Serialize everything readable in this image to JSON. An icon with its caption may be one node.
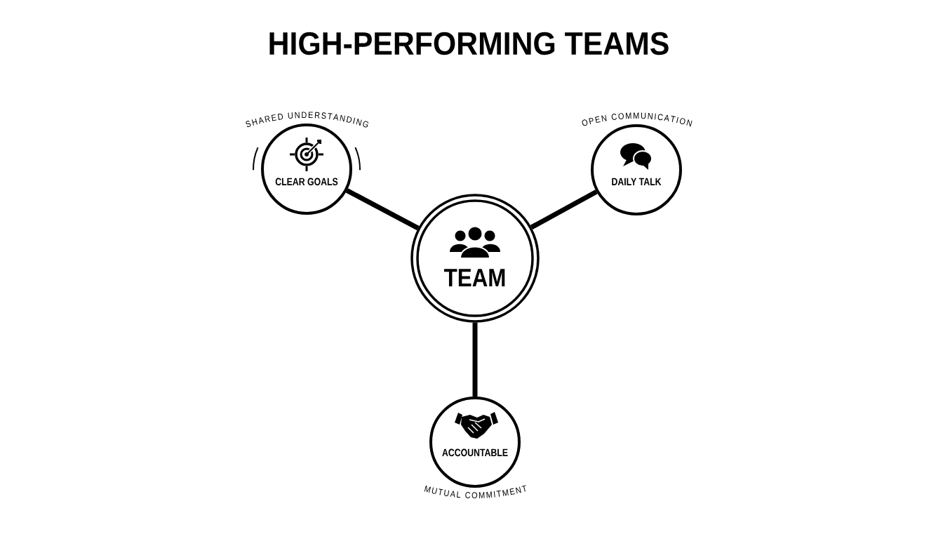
{
  "diagram": {
    "title": "HIGH-PERFORMING TEAMS",
    "nodes": [
      {
        "text": [
          "TEAM"
        ]
      },
      {
        "text": [
          "CLEAR GOALS"
        ],
        "beside": [
          "SHARED UNDERSTANDING"
        ]
      },
      {
        "text": [
          "DAILY TALK"
        ],
        "beside": [
          "OPEN COMMUNICATION"
        ]
      },
      {
        "text": [
          "ACCOUNTABLE"
        ],
        "beside": [
          "MUTUAL COMMITMENT"
        ]
      }
    ],
    "edges": [
      {
        "from": 0,
        "to": 1,
        "arrow": "none"
      },
      {
        "from": 0,
        "to": 2,
        "arrow": "none"
      },
      {
        "from": 0,
        "to": 3,
        "arrow": "none"
      }
    ]
  }
}
